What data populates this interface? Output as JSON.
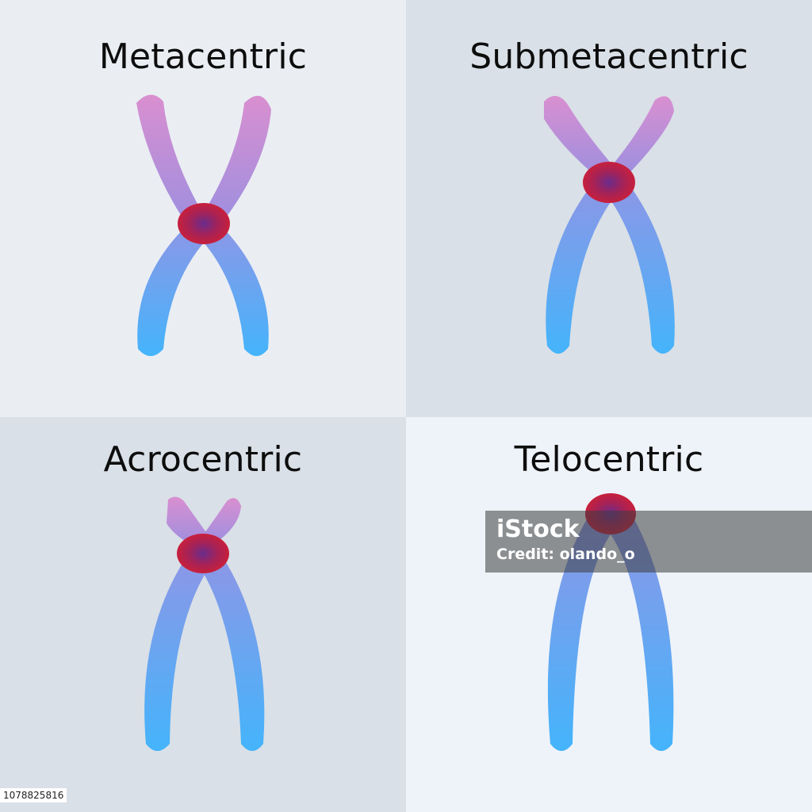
{
  "panels": {
    "metacentric": {
      "title": "Metacentric"
    },
    "submetacentric": {
      "title": "Submetacentric"
    },
    "acrocentric": {
      "title": "Acrocentric"
    },
    "telocentric": {
      "title": "Telocentric"
    }
  },
  "watermark": {
    "logo": "iStock",
    "credit": "Credit: olando_o"
  },
  "stock_id": "1078825816",
  "colors": {
    "arm_short": "#d98fd0",
    "arm_long": "#44b4fb",
    "arm_mid": "#9b8fe0",
    "centromere_outer": "#c01d3e",
    "centromere_inner": "#7a2a86"
  }
}
